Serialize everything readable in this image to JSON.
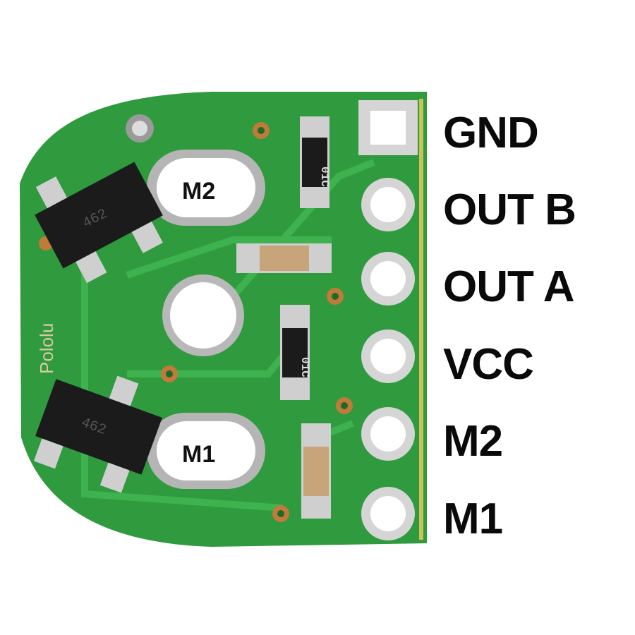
{
  "pin_labels": [
    "GND",
    "OUT B",
    "OUT A",
    "VCC",
    "M2",
    "M1"
  ],
  "board": {
    "silkscreen_logo": "Pololu",
    "motor_slot_labels": {
      "upper": "M2",
      "lower": "M1"
    },
    "resistor_marking": "01C",
    "transistor_marking": "462",
    "colors": {
      "pcb": "#2f9a3e",
      "trace": "#3aae4a",
      "pad": "#d9d9d9",
      "vias": "#c07a3a"
    }
  }
}
